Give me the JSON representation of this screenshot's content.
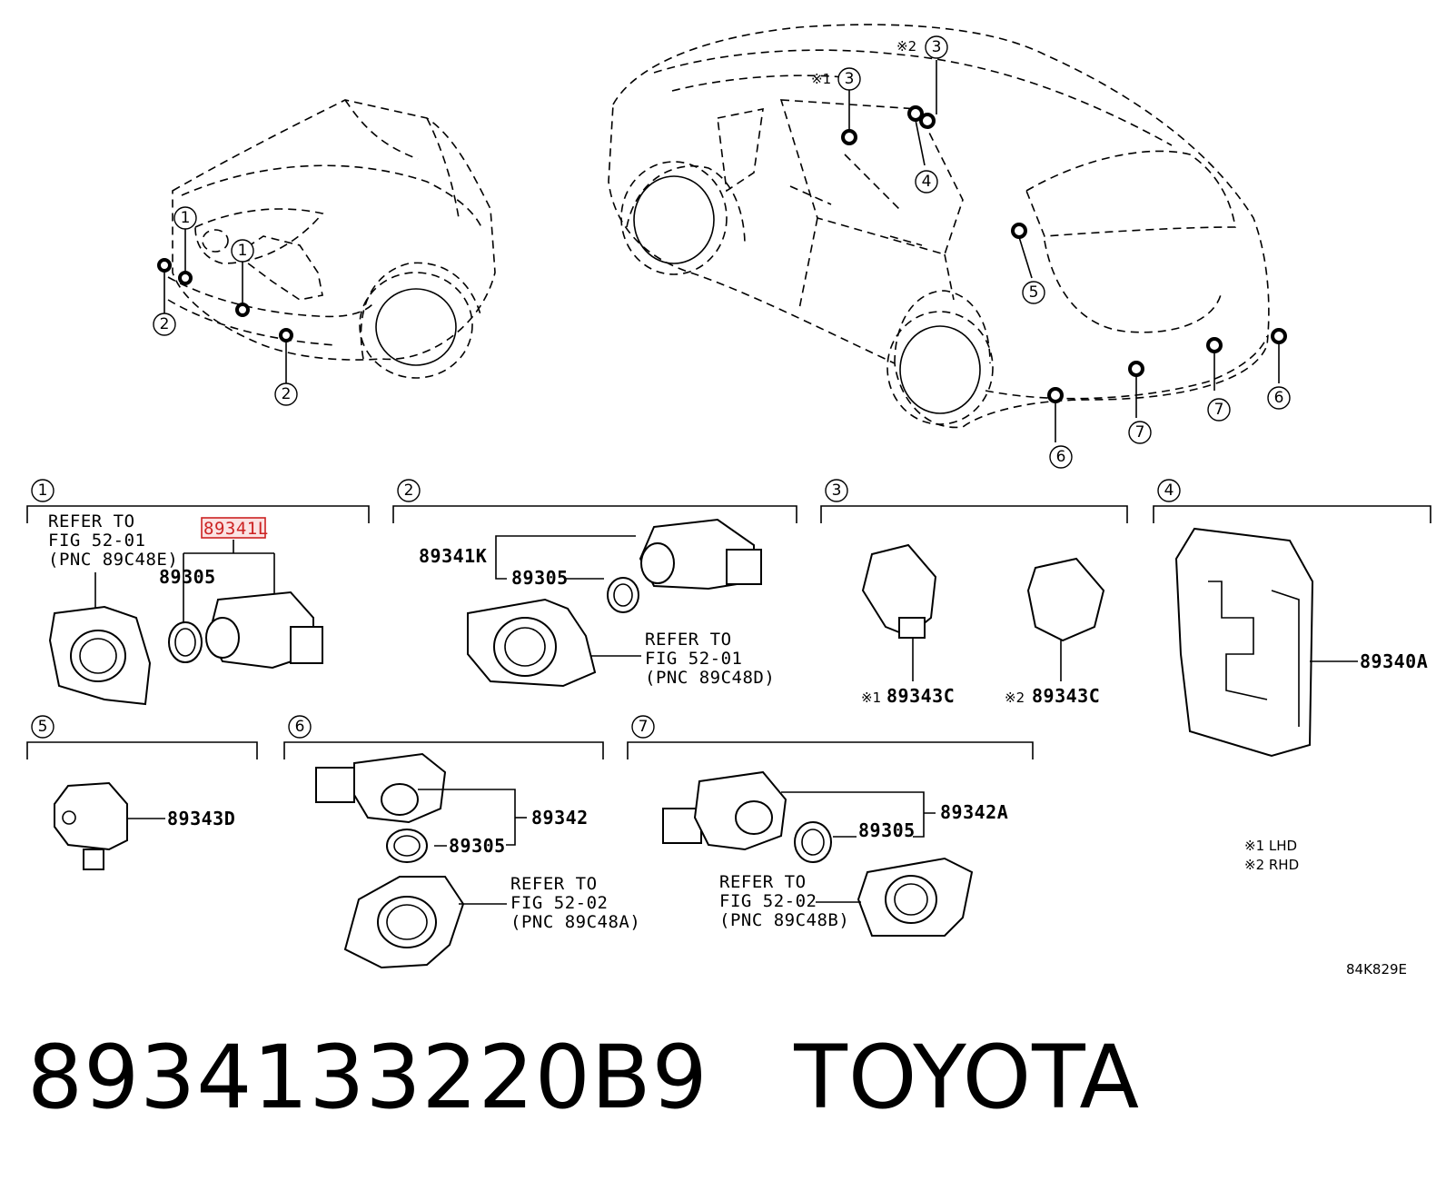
{
  "diagram_code": "84K829E",
  "caption": {
    "part_number": "8934133220B9",
    "brand": "TOYOTA"
  },
  "marks": {
    "m1": "※1",
    "m2": "※2"
  },
  "legend": {
    "lhd": "※1 LHD",
    "rhd": "※2 RHD"
  },
  "callout_numbers": [
    "1",
    "2",
    "3",
    "4",
    "5",
    "6",
    "7"
  ],
  "sections": {
    "s1": {
      "number": "1",
      "highlighted_part": "89341L",
      "ring": "89305",
      "refer": [
        "REFER TO",
        "FIG 52-01",
        "(PNC 89C48E)"
      ]
    },
    "s2": {
      "number": "2",
      "sensor": "89341K",
      "ring": "89305",
      "refer": [
        "REFER TO",
        "FIG 52-01",
        "(PNC 89C48D)"
      ]
    },
    "s3": {
      "number": "3",
      "lhd_part": "89343C",
      "rhd_part": "89343C"
    },
    "s4": {
      "number": "4",
      "module": "89340A"
    },
    "s5": {
      "number": "5",
      "part": "89343D"
    },
    "s6": {
      "number": "6",
      "sensor": "89342",
      "ring": "89305",
      "refer": [
        "REFER TO",
        "FIG 52-02",
        "(PNC 89C48A)"
      ]
    },
    "s7": {
      "number": "7",
      "sensor": "89342A",
      "ring": "89305",
      "refer": [
        "REFER TO",
        "FIG 52-02",
        "(PNC 89C48B)"
      ]
    }
  },
  "colors": {
    "line": "#000000",
    "highlight": "#cc2222",
    "highlight_fill": "#fbe3e3"
  }
}
